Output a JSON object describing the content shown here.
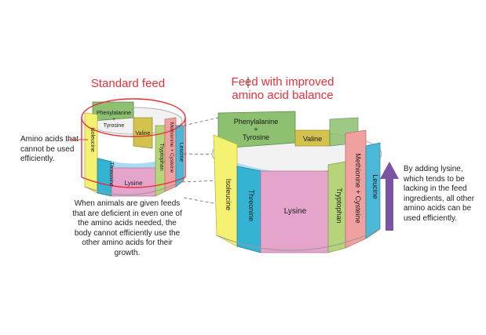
{
  "title_standard": "Standard feed",
  "title_improved": "Feed with improved amino acid balance",
  "note_left": "Amino acids that cannot be used efficiently.",
  "note_center": "When animals are given feeds that are deficient in even one of the amino acids needed, the body cannot efficiently use the other amino acids for their growth.",
  "note_right": "By adding lysine, which tends to be lacking in the feed ingredients, all other amino acids can be used efficiently.",
  "staves": {
    "phenylalanine": "Phenylalanine",
    "plus": "+",
    "tyrosine": "Tyrosine",
    "valine": "Valine",
    "isoleucine": "Isoleucine",
    "threonine": "Threonine",
    "lysine": "Lysine",
    "tryptophan": "Tryptophan",
    "methionine_cysteine": "Methionine + Cysteine",
    "leucine": "Leucine"
  },
  "colors": {
    "title": "#e8303a",
    "water": "#a8dcf4",
    "phenylalanine": "#8dc070",
    "valine": "#d4c24e",
    "isoleucine": "#f6f271",
    "threonine": "#34b4d2",
    "lysine": "#e4a4cc",
    "tryptophan": "#b6d47a",
    "methionine": "#f1a0a0",
    "leucine": "#4cb8d8",
    "arrow": "#7b55a4"
  }
}
